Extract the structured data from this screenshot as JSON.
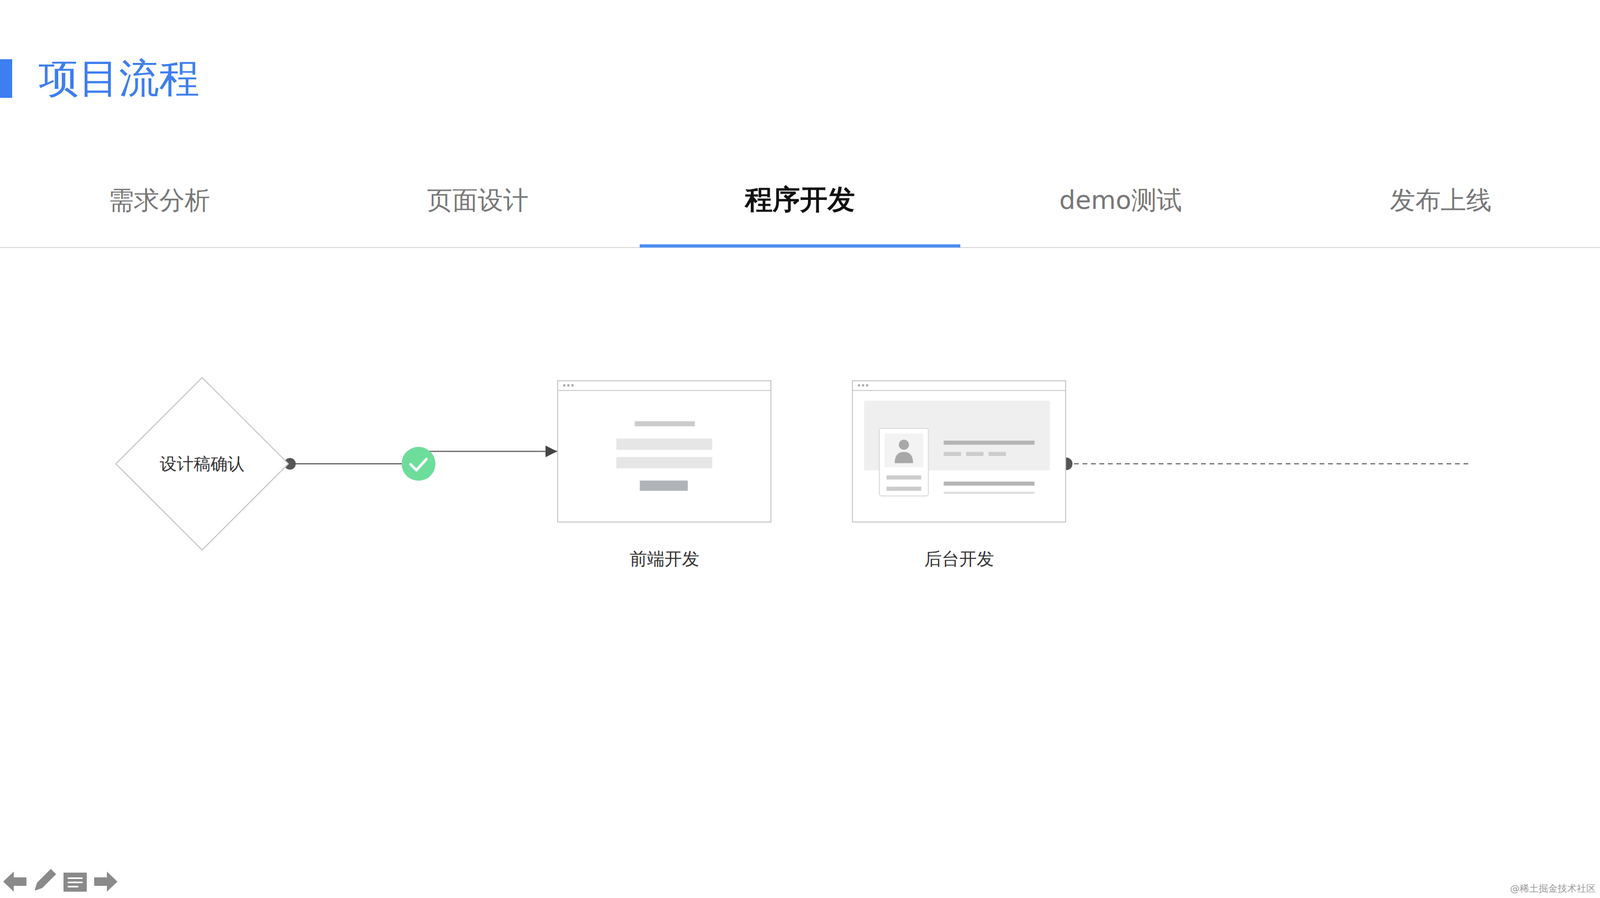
{
  "diagram": {
    "title": "项目流程",
    "nodes": [
      {
        "text": [
          "设计稿确认"
        ]
      },
      {
        "text": [
          "前端开发"
        ]
      },
      {
        "text": [
          "后台开发"
        ]
      }
    ],
    "edges": [
      {
        "from": 0,
        "to": 1,
        "arrow": "to"
      }
    ],
    "labels": [
      "需求分析",
      "页面设计",
      "程序开发",
      "demo测试",
      "发布上线",
      "@稀土掘金技术社区"
    ]
  }
}
